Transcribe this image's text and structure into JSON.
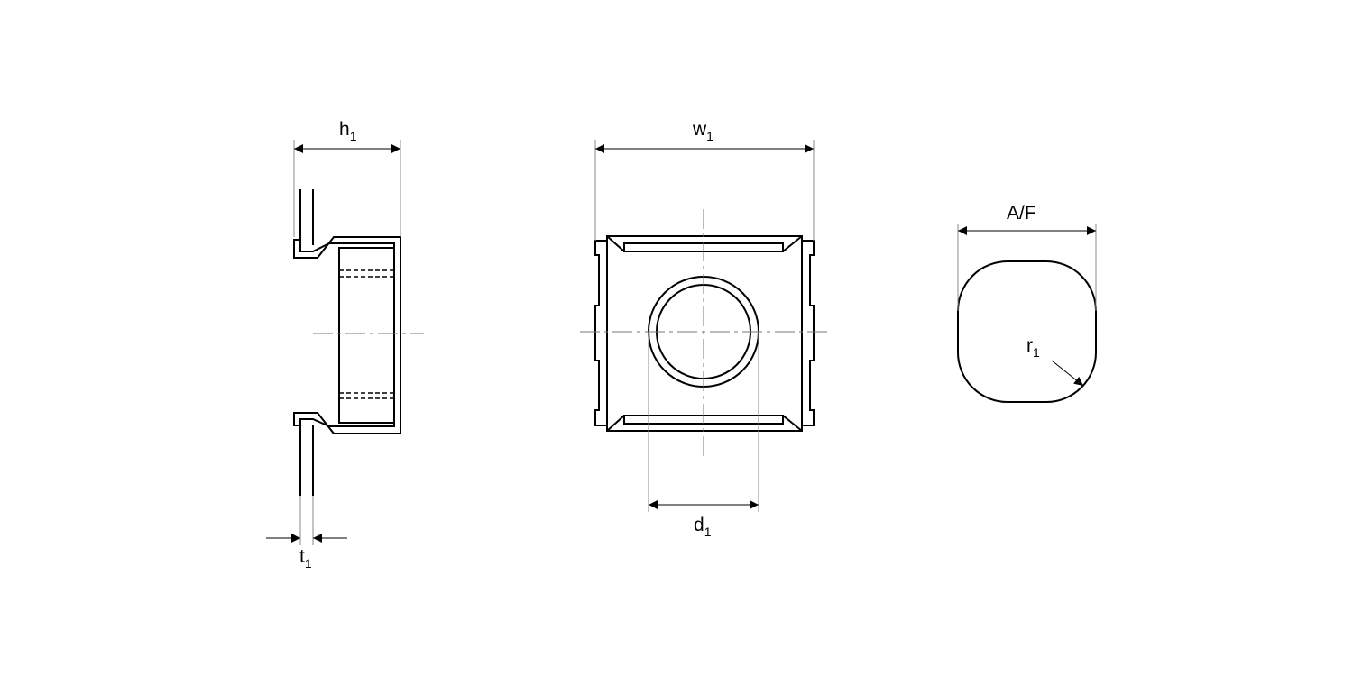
{
  "side_view": {
    "height_label": "h",
    "height_sub": "1",
    "thickness_label": "t",
    "thickness_sub": "1"
  },
  "front_view": {
    "width_label": "w",
    "width_sub": "1",
    "diameter_label": "d",
    "diameter_sub": "1"
  },
  "profile_view": {
    "across_flats_label": "A/F",
    "radius_label": "r",
    "radius_sub": "1"
  }
}
